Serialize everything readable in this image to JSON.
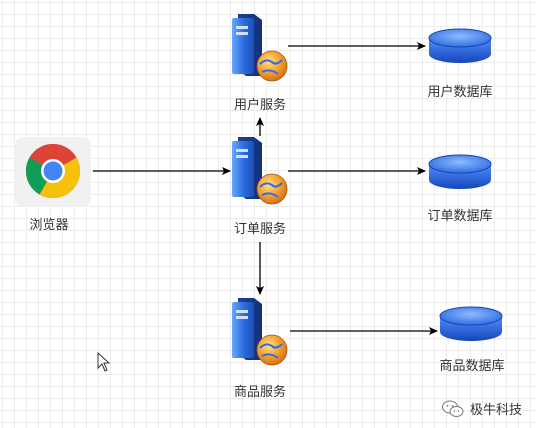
{
  "nodes": {
    "browser": {
      "label": "浏览器",
      "icon": "chrome-browser-icon"
    },
    "user_service": {
      "label": "用户服务",
      "icon": "server-globe-icon"
    },
    "order_service": {
      "label": "订单服务",
      "icon": "server-globe-icon"
    },
    "product_service": {
      "label": "商品服务",
      "icon": "server-globe-icon"
    },
    "user_db": {
      "label": "用户数据库",
      "icon": "database-icon"
    },
    "order_db": {
      "label": "订单数据库",
      "icon": "database-icon"
    },
    "product_db": {
      "label": "商品数据库",
      "icon": "database-icon"
    }
  },
  "edges": [
    {
      "from": "浏览器",
      "to": "订单服务"
    },
    {
      "from": "订单服务",
      "to": "用户服务"
    },
    {
      "from": "订单服务",
      "to": "商品服务"
    },
    {
      "from": "用户服务",
      "to": "用户数据库"
    },
    {
      "from": "订单服务",
      "to": "订单数据库"
    },
    {
      "from": "商品服务",
      "to": "商品数据库"
    }
  ],
  "watermark": {
    "text": "极牛科技",
    "icon": "wechat-icon"
  },
  "colors": {
    "server_blue": "#2f6fe0",
    "db_blue": "#1f5fd6",
    "globe_orange": "#f28a1e",
    "arrow": "#000000",
    "grid": "#ececec"
  }
}
